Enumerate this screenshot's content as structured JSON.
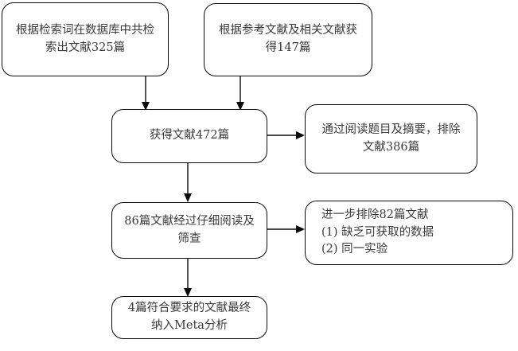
{
  "diagram": {
    "type": "prisma-flowchart",
    "title": "文献筛选流程图",
    "colors": {
      "border": "#0a0a0a",
      "text": "#3a3a3a",
      "background": "#ffffff",
      "arrow": "#0a0a0a"
    },
    "nodes": [
      {
        "id": "db-search",
        "name": "database-search-box",
        "text": "根据检索词在数据库中共检\n索出文献325篇",
        "count": 325
      },
      {
        "id": "ref-search",
        "name": "reference-search-box",
        "text": "根据参考文献及相关文献获\n得147篇",
        "count": 147
      },
      {
        "id": "total-records",
        "name": "total-records-box",
        "text": "获得文献472篇",
        "count": 472
      },
      {
        "id": "excluded-title-abstract",
        "name": "excluded-by-title-abstract-box",
        "text": "通过阅读题目及摘要，排除\n文献386篇",
        "count": 386
      },
      {
        "id": "full-text-screened",
        "name": "full-text-screening-box",
        "text": "86篇文献经过仔细阅读及\n筛查",
        "count": 86
      },
      {
        "id": "excluded-full-text",
        "name": "excluded-full-text-box",
        "text": "进一步排除82篇文献\n  (1) 缺乏可获取的数据\n  (2) 同一实验",
        "count": 82
      },
      {
        "id": "included-meta",
        "name": "included-in-meta-analysis-box",
        "text": "4篇符合要求的文献最终\n纳入Meta分析",
        "count": 4
      }
    ],
    "edges": [
      {
        "name": "edge-db-search-to-total",
        "from": "db-search",
        "to": "total-records",
        "direction": "down"
      },
      {
        "name": "edge-ref-search-to-total",
        "from": "ref-search",
        "to": "total-records",
        "direction": "down"
      },
      {
        "name": "edge-total-to-excluded-title",
        "from": "total-records",
        "to": "excluded-title-abstract",
        "direction": "right"
      },
      {
        "name": "edge-total-to-full-text",
        "from": "total-records",
        "to": "full-text-screened",
        "direction": "down"
      },
      {
        "name": "edge-full-text-to-excluded-full",
        "from": "full-text-screened",
        "to": "excluded-full-text",
        "direction": "right"
      },
      {
        "name": "edge-full-text-to-included",
        "from": "full-text-screened",
        "to": "included-meta",
        "direction": "down"
      }
    ]
  }
}
